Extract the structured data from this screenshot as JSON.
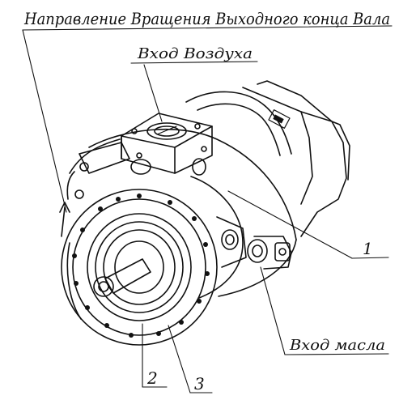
{
  "labels": {
    "rotation_direction": "Направление Вращения Выходного конца Вала",
    "air_inlet": "Вход Воздуха",
    "oil_inlet": "Вход масла",
    "callout_1": "1",
    "callout_2": "2",
    "callout_3": "3"
  },
  "colors": {
    "ink": "#111111",
    "paper": "#ffffff"
  }
}
